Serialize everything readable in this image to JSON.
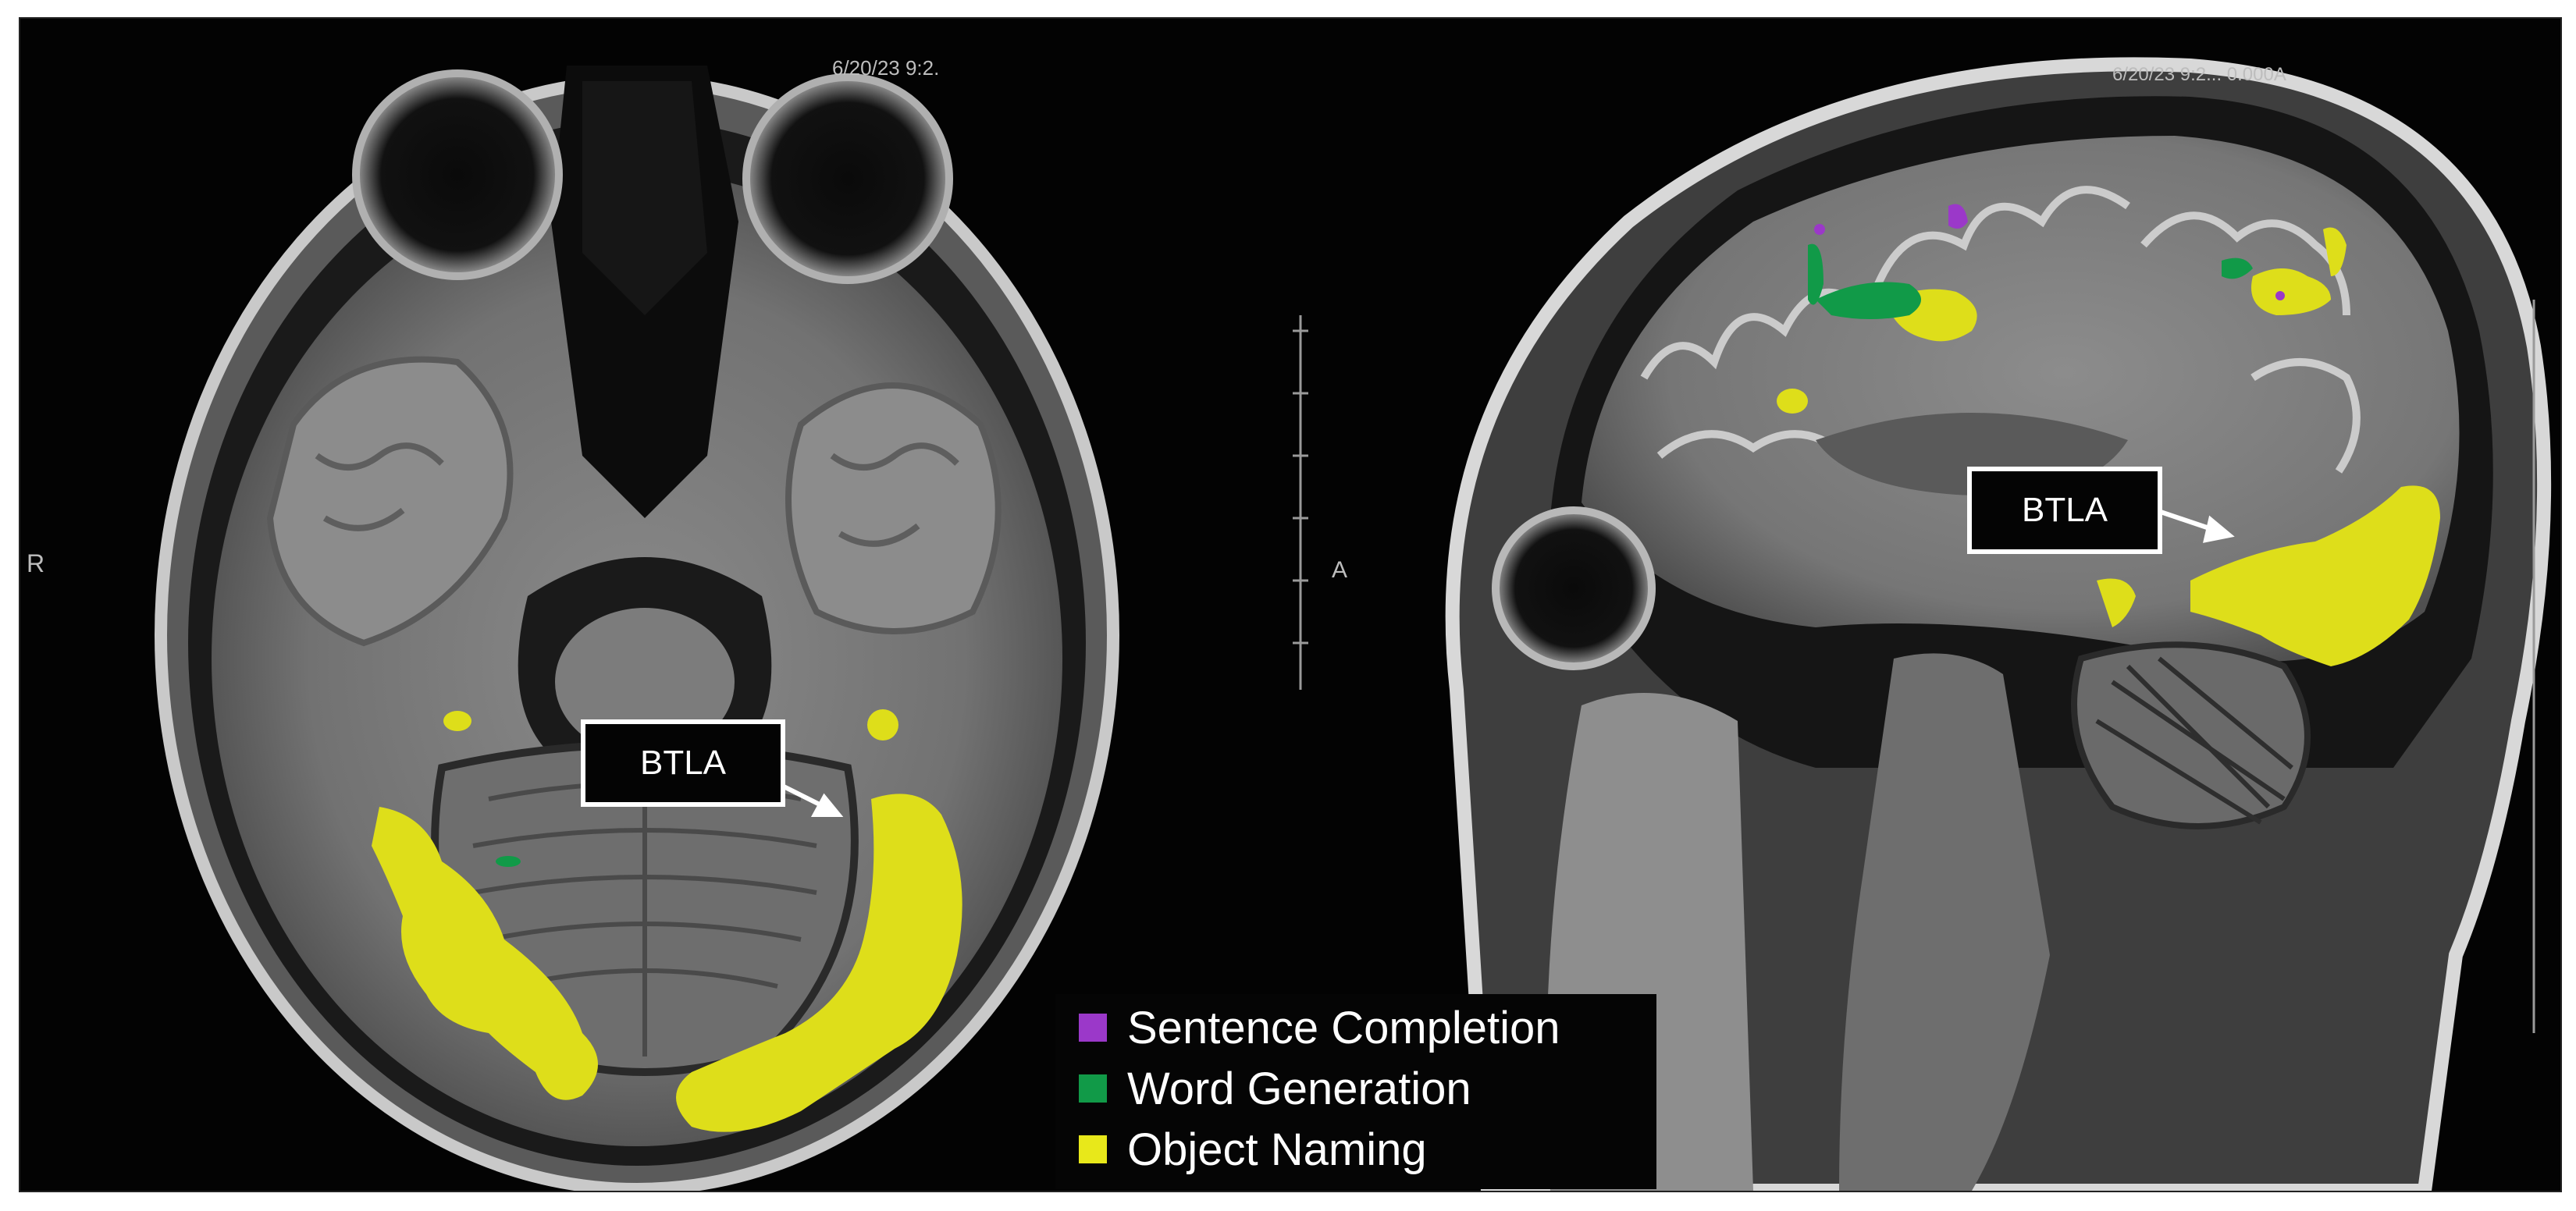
{
  "figure": {
    "left_scan": {
      "timestamp": "6/20/23 9:2.",
      "orientation_label": "R",
      "callout": "BTLA"
    },
    "right_scan": {
      "timestamp": "6/20/23 9:2... 0.000A",
      "orientation_label": "A",
      "callout": "BTLA"
    },
    "legend": [
      {
        "label": "Sentence Completion",
        "color": "#9b38c9"
      },
      {
        "label": "Word Generation",
        "color": "#119a48"
      },
      {
        "label": "Object Naming",
        "color": "#e8e81a"
      }
    ],
    "colors": {
      "background": "#030303",
      "tissue_gray": "#777777",
      "activation_yellow": "#dede1a",
      "activation_green": "#119a48",
      "activation_purple": "#9b38c9"
    }
  }
}
